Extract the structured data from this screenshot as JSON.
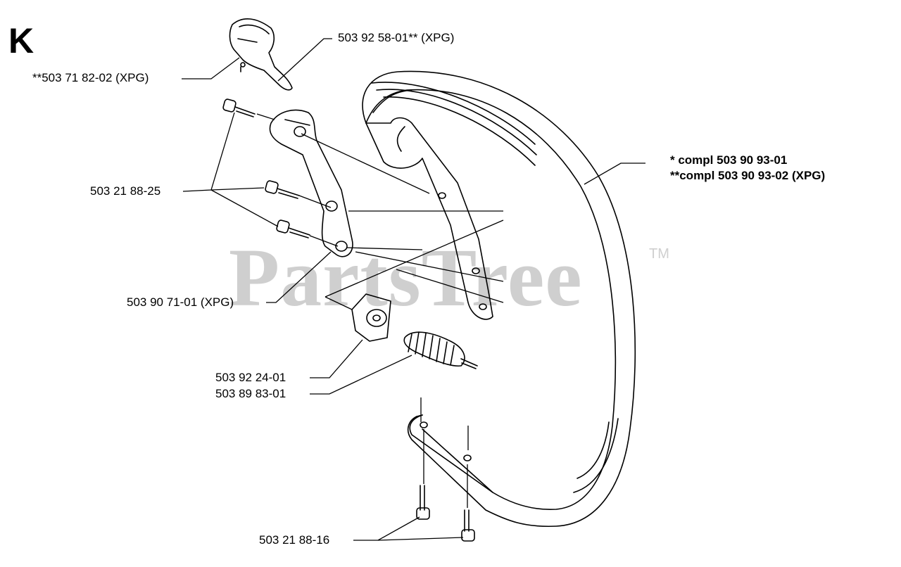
{
  "section_letter": "K",
  "watermark": {
    "text": "PartsTree",
    "trademark": "TM"
  },
  "labels": {
    "p_503925801": "503 92 58-01** (XPG)",
    "p_503718202": "**503 71 82-02 (XPG)",
    "p_503218825": "503 21 88-25",
    "compl_1": "*  compl 503 90 93-01",
    "compl_2": "**compl 503 90 93-02 (XPG)",
    "p_503907101": "503 90 71-01 (XPG)",
    "p_503922401": "503 92 24-01",
    "p_503898301": "503 89 83-01",
    "p_503218816": "503 21 88-16"
  }
}
